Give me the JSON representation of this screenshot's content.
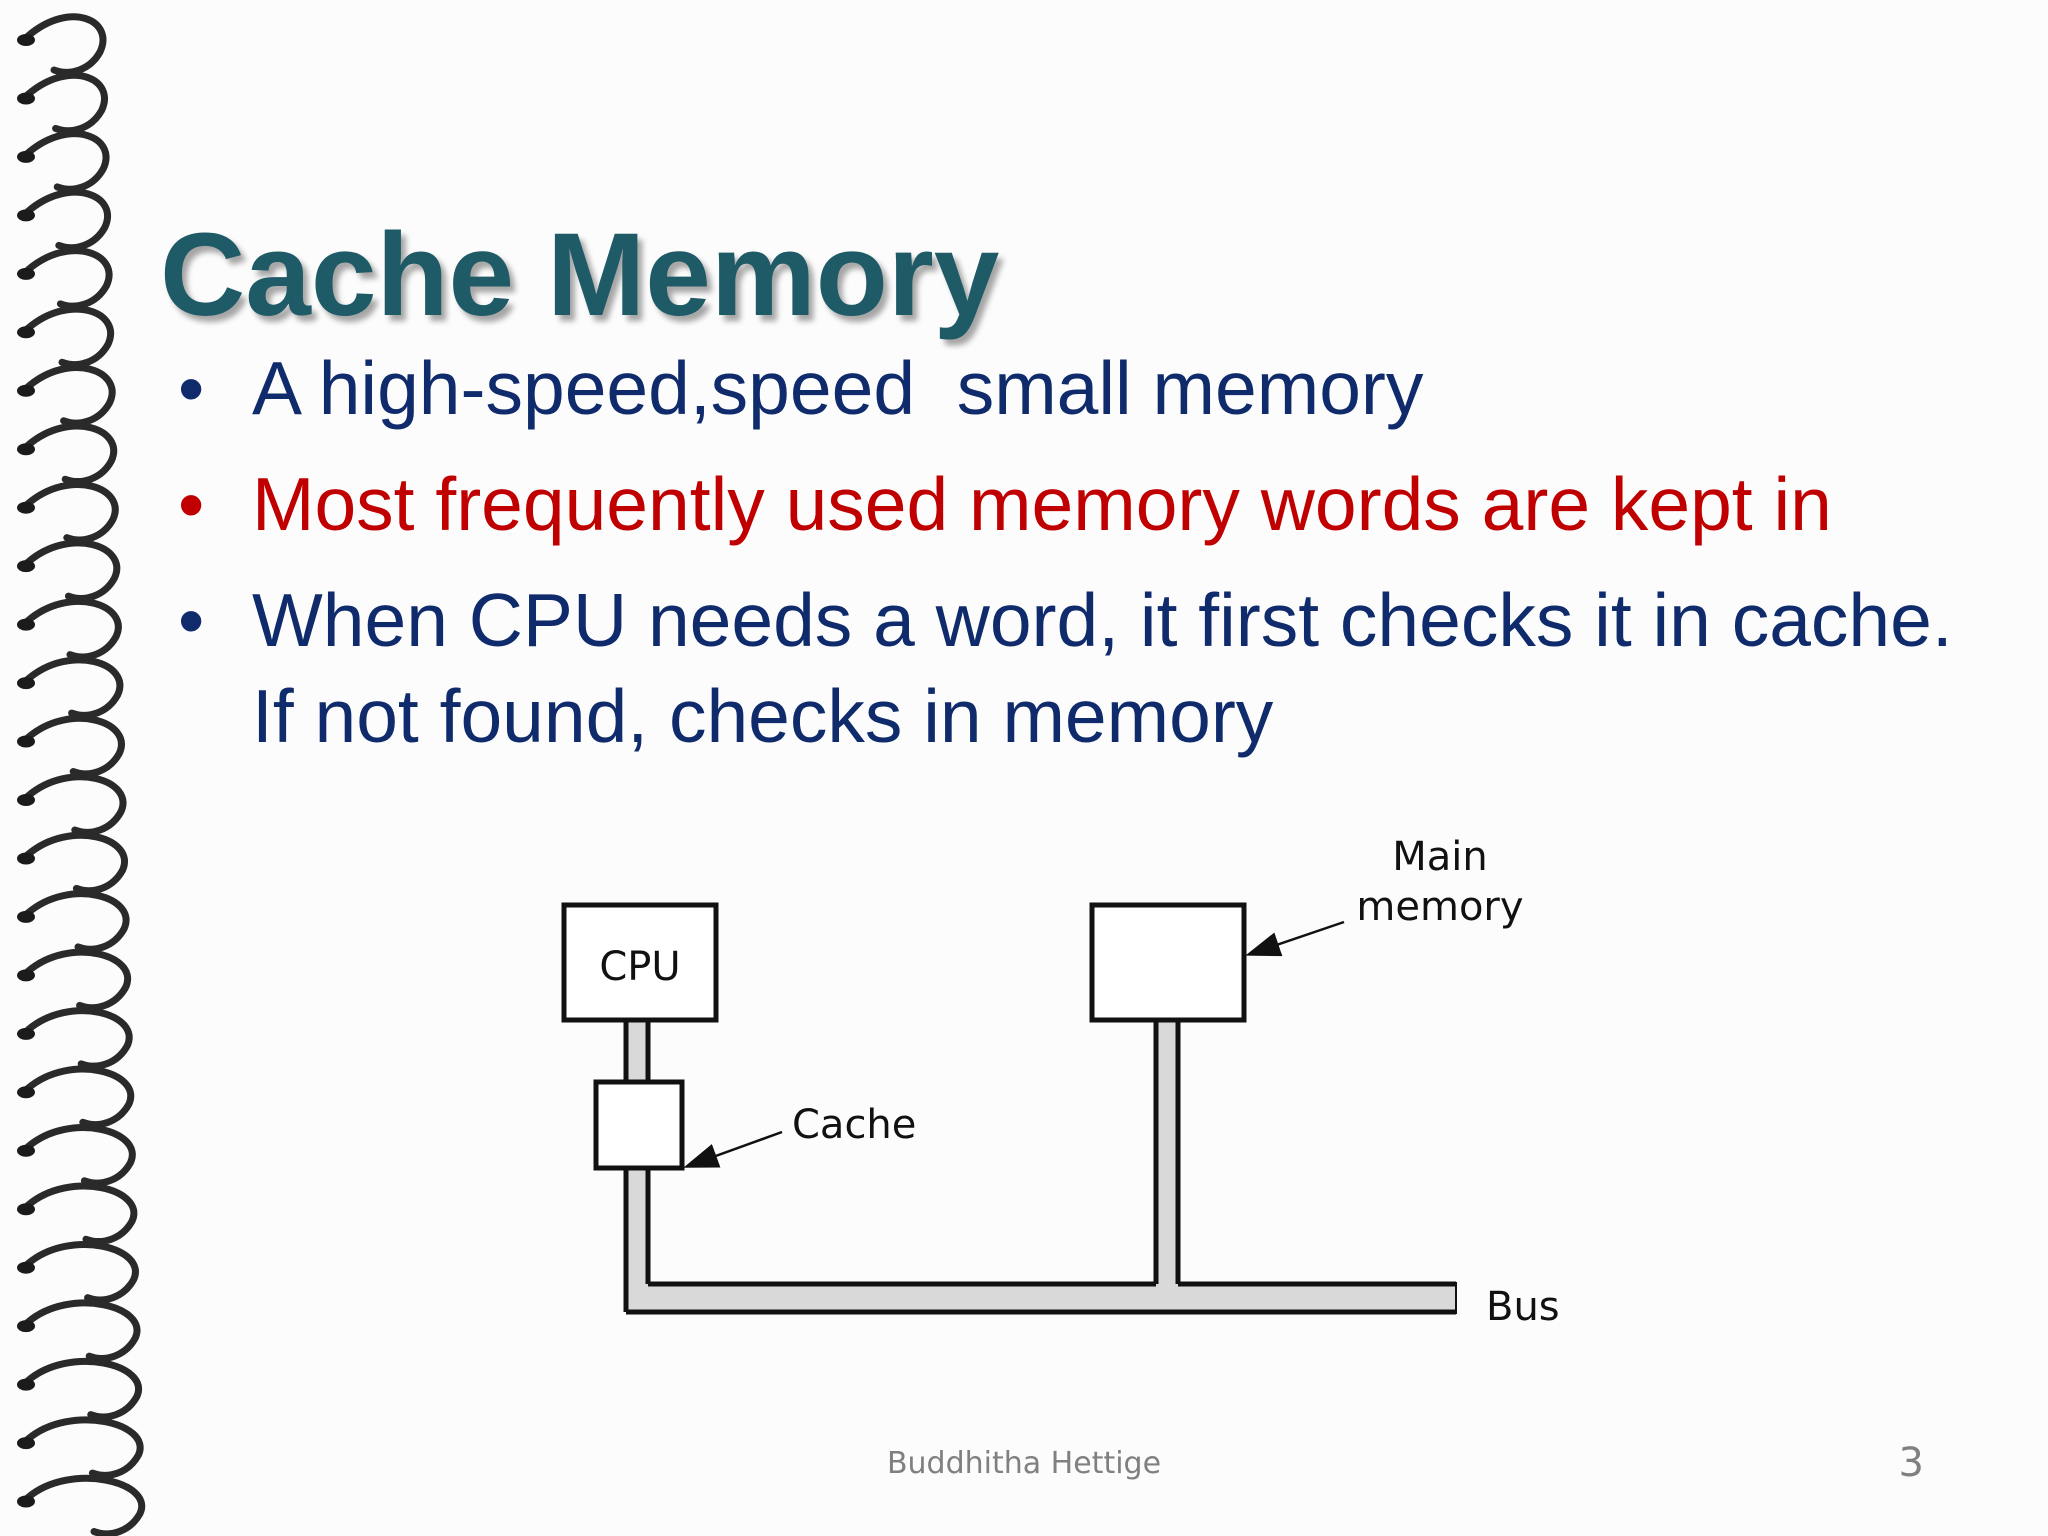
{
  "slide": {
    "title": "Cache Memory",
    "bullets": [
      {
        "text": "A high-speed,speed  small memory",
        "color": "#0f2b6b"
      },
      {
        "text": "Most frequently used memory words are kept in",
        "color": "#c00000"
      },
      {
        "text": "When CPU needs a word, it first checks it in cache. If not found, checks in memory",
        "color": "#0f2b6b"
      }
    ],
    "footer": "Buddhitha Hettige",
    "page_number": "3"
  },
  "diagram": {
    "cpu_label": "CPU",
    "cache_label": "Cache",
    "main_memory_label_line1": "Main",
    "main_memory_label_line2": "memory",
    "bus_label": "Bus"
  },
  "colors": {
    "title": "#1f5a67",
    "body_text": "#0f2b6b",
    "highlight_text": "#c00000",
    "bus_fill": "#d9d9d9"
  }
}
